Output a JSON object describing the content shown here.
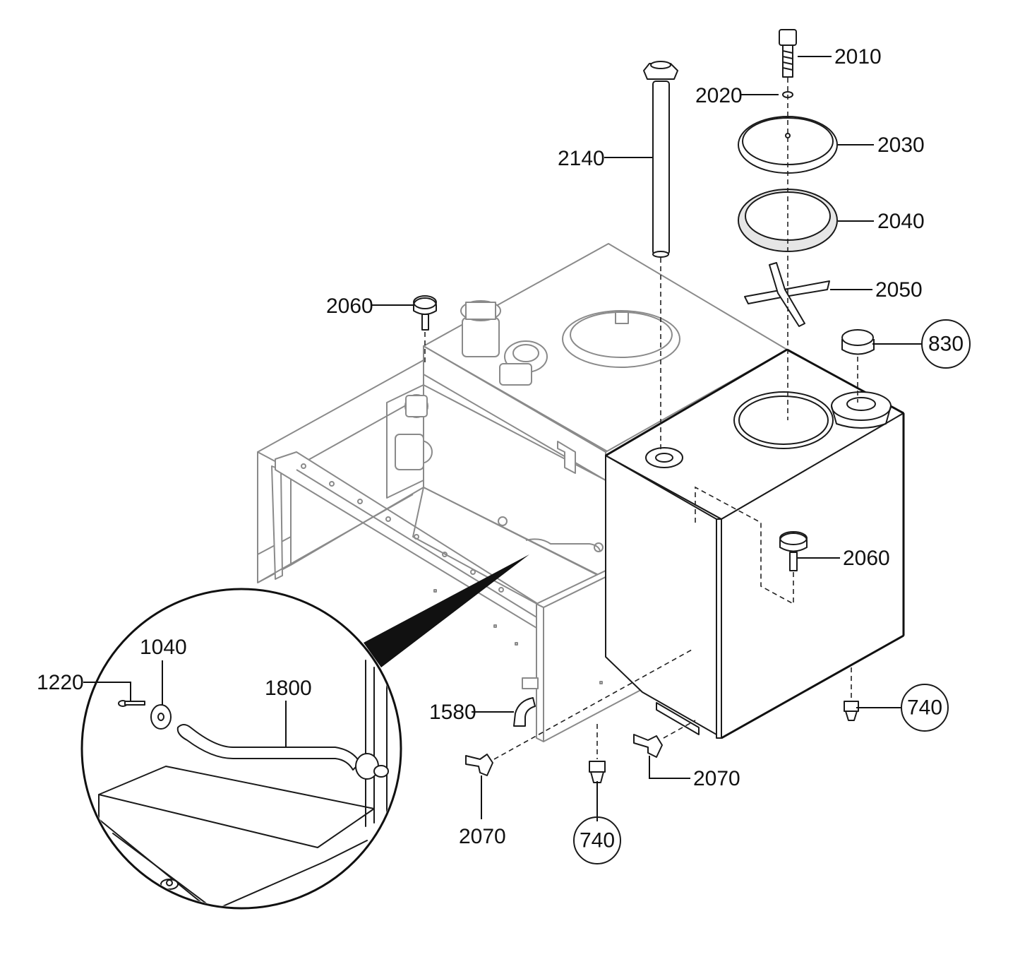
{
  "labels": {
    "p2010": "2010",
    "p2020": "2020",
    "p2030": "2030",
    "p2040": "2040",
    "p2050": "2050",
    "p2140": "2140",
    "p2060_top": "2060",
    "p2060_right": "2060",
    "p830": "830",
    "p740_right": "740",
    "p740_bottom": "740",
    "p2070_right": "2070",
    "p2070_left": "2070",
    "p1580": "1580",
    "p1220": "1220",
    "p1040": "1040",
    "p1800": "1800"
  }
}
